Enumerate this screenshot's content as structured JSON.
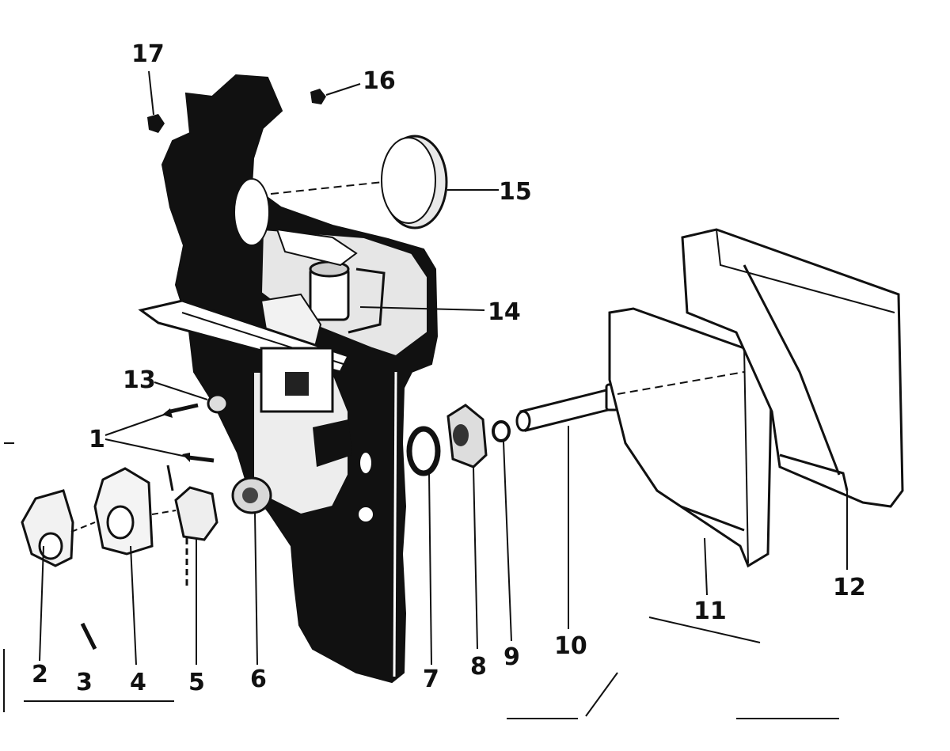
{
  "callouts": {
    "c1": "1",
    "c2": "2",
    "c3": "3",
    "c4": "4",
    "c5": "5",
    "c6": "6",
    "c7": "7",
    "c8": "8",
    "c9": "9",
    "c10": "10",
    "c11": "11",
    "c12": "12",
    "c13": "13",
    "c14": "14",
    "c15": "15",
    "c16": "16",
    "c17": "17"
  },
  "colors": {
    "ink": "#111111",
    "paper": "#ffffff",
    "shade": "#d8d8d8"
  }
}
